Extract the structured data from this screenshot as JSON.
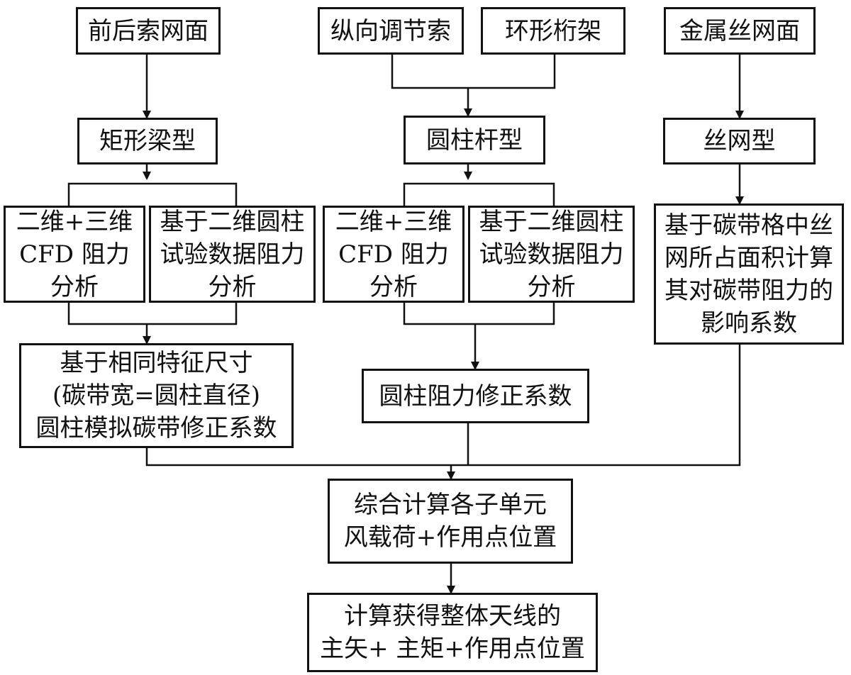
{
  "diagram": {
    "nodes": {
      "front_rear_net": {
        "lines": [
          "前后索网面"
        ]
      },
      "longitudinal_cable": {
        "lines": [
          "纵向调节索"
        ]
      },
      "ring_truss": {
        "lines": [
          "环形桁架"
        ]
      },
      "metal_mesh": {
        "lines": [
          "金属丝网面"
        ]
      },
      "rect_beam": {
        "lines": [
          "矩形梁型"
        ]
      },
      "cylinder_rod": {
        "lines": [
          "圆柱杆型"
        ]
      },
      "wire_mesh_type": {
        "lines": [
          "丝网型"
        ]
      },
      "cfd_left": {
        "lines": [
          "二维+三维",
          "CFD 阻力",
          "分析"
        ]
      },
      "test_left": {
        "lines": [
          "基于二维圆柱",
          "试验数据阻力",
          "分析"
        ]
      },
      "cfd_mid": {
        "lines": [
          "二维+三维",
          "CFD 阻力",
          "分析"
        ]
      },
      "test_mid": {
        "lines": [
          "基于二维圆柱",
          "试验数据阻力",
          "分析"
        ]
      },
      "mesh_area": {
        "lines": [
          "基于碳带格中丝",
          "网所占面积计算",
          "其对碳带阻力的",
          "影响系数"
        ]
      },
      "same_feature": {
        "lines": [
          "基于相同特征尺寸",
          "(碳带宽=圆柱直径)",
          "圆柱模拟碳带修正系数"
        ]
      },
      "cyl_correction": {
        "lines": [
          "圆柱阻力修正系数"
        ]
      },
      "combined_calc": {
        "lines": [
          "综合计算各子单元",
          "风载荷+作用点位置"
        ]
      },
      "total_result": {
        "lines": [
          "计算获得整体天线的",
          "主矢+ 主矩+作用点位置"
        ]
      }
    }
  }
}
